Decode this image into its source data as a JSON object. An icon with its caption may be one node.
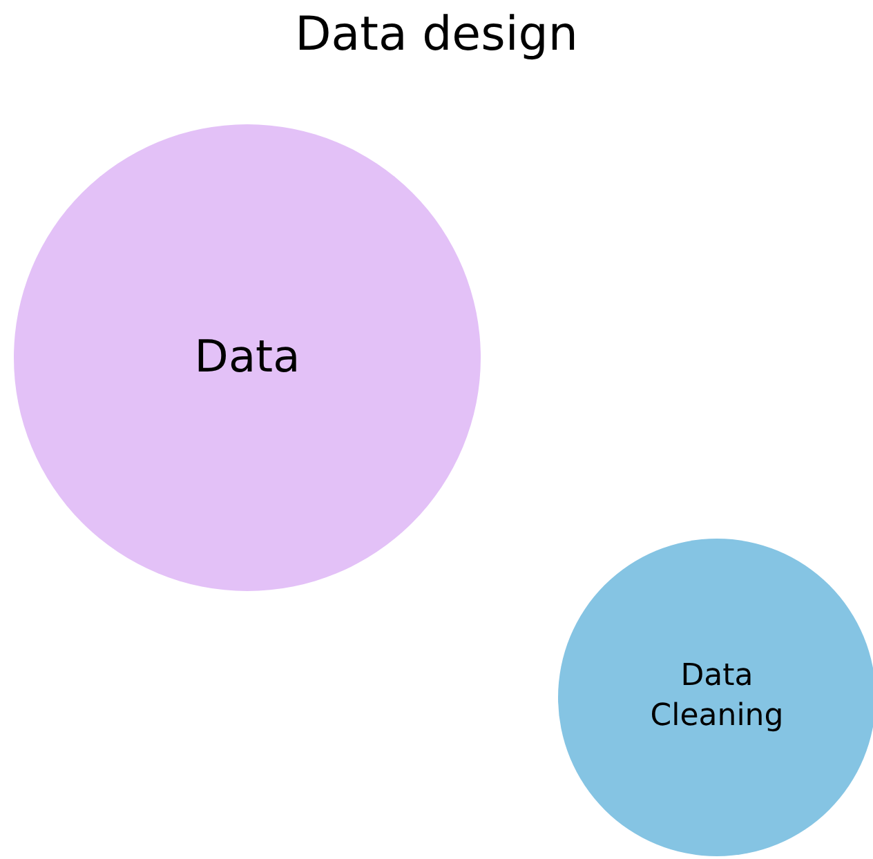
{
  "diagram": {
    "title": "Data design",
    "nodes": [
      {
        "text": [
          "Data"
        ]
      },
      {
        "text": [
          "Data Cleaning"
        ]
      }
    ]
  }
}
